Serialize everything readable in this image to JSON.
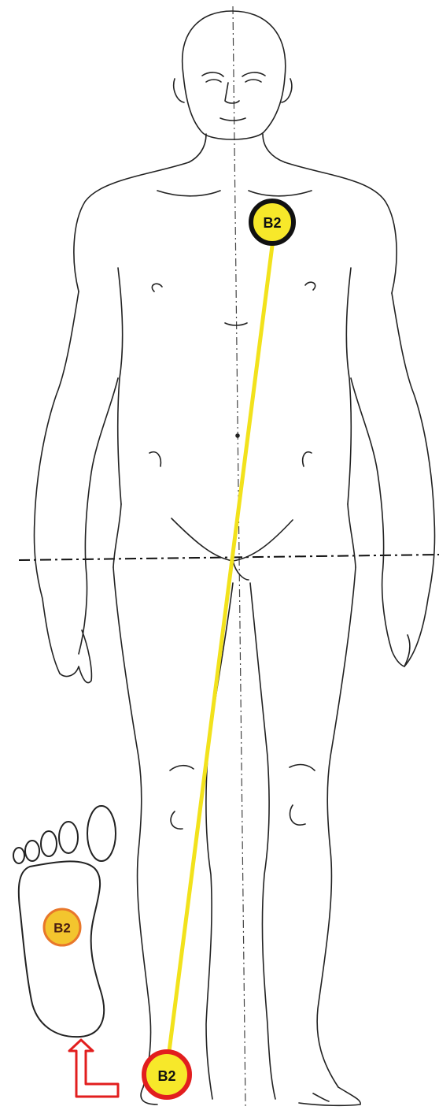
{
  "diagram": {
    "points": [
      {
        "id": "chest",
        "label": "B2",
        "fill": "#f7e82a",
        "ring": "#111111"
      },
      {
        "id": "foot-sole",
        "label": "B2",
        "fill": "#f3c52e",
        "ring": "#e8772a"
      },
      {
        "id": "heel",
        "label": "B2",
        "fill": "#f7e82a",
        "ring": "#e21e1e"
      }
    ],
    "connector_color": "#f2e21c",
    "arrow_color": "#e21e1e",
    "icons": {
      "foot": "foot-outline-icon",
      "arrow": "turn-arrow-icon"
    }
  }
}
